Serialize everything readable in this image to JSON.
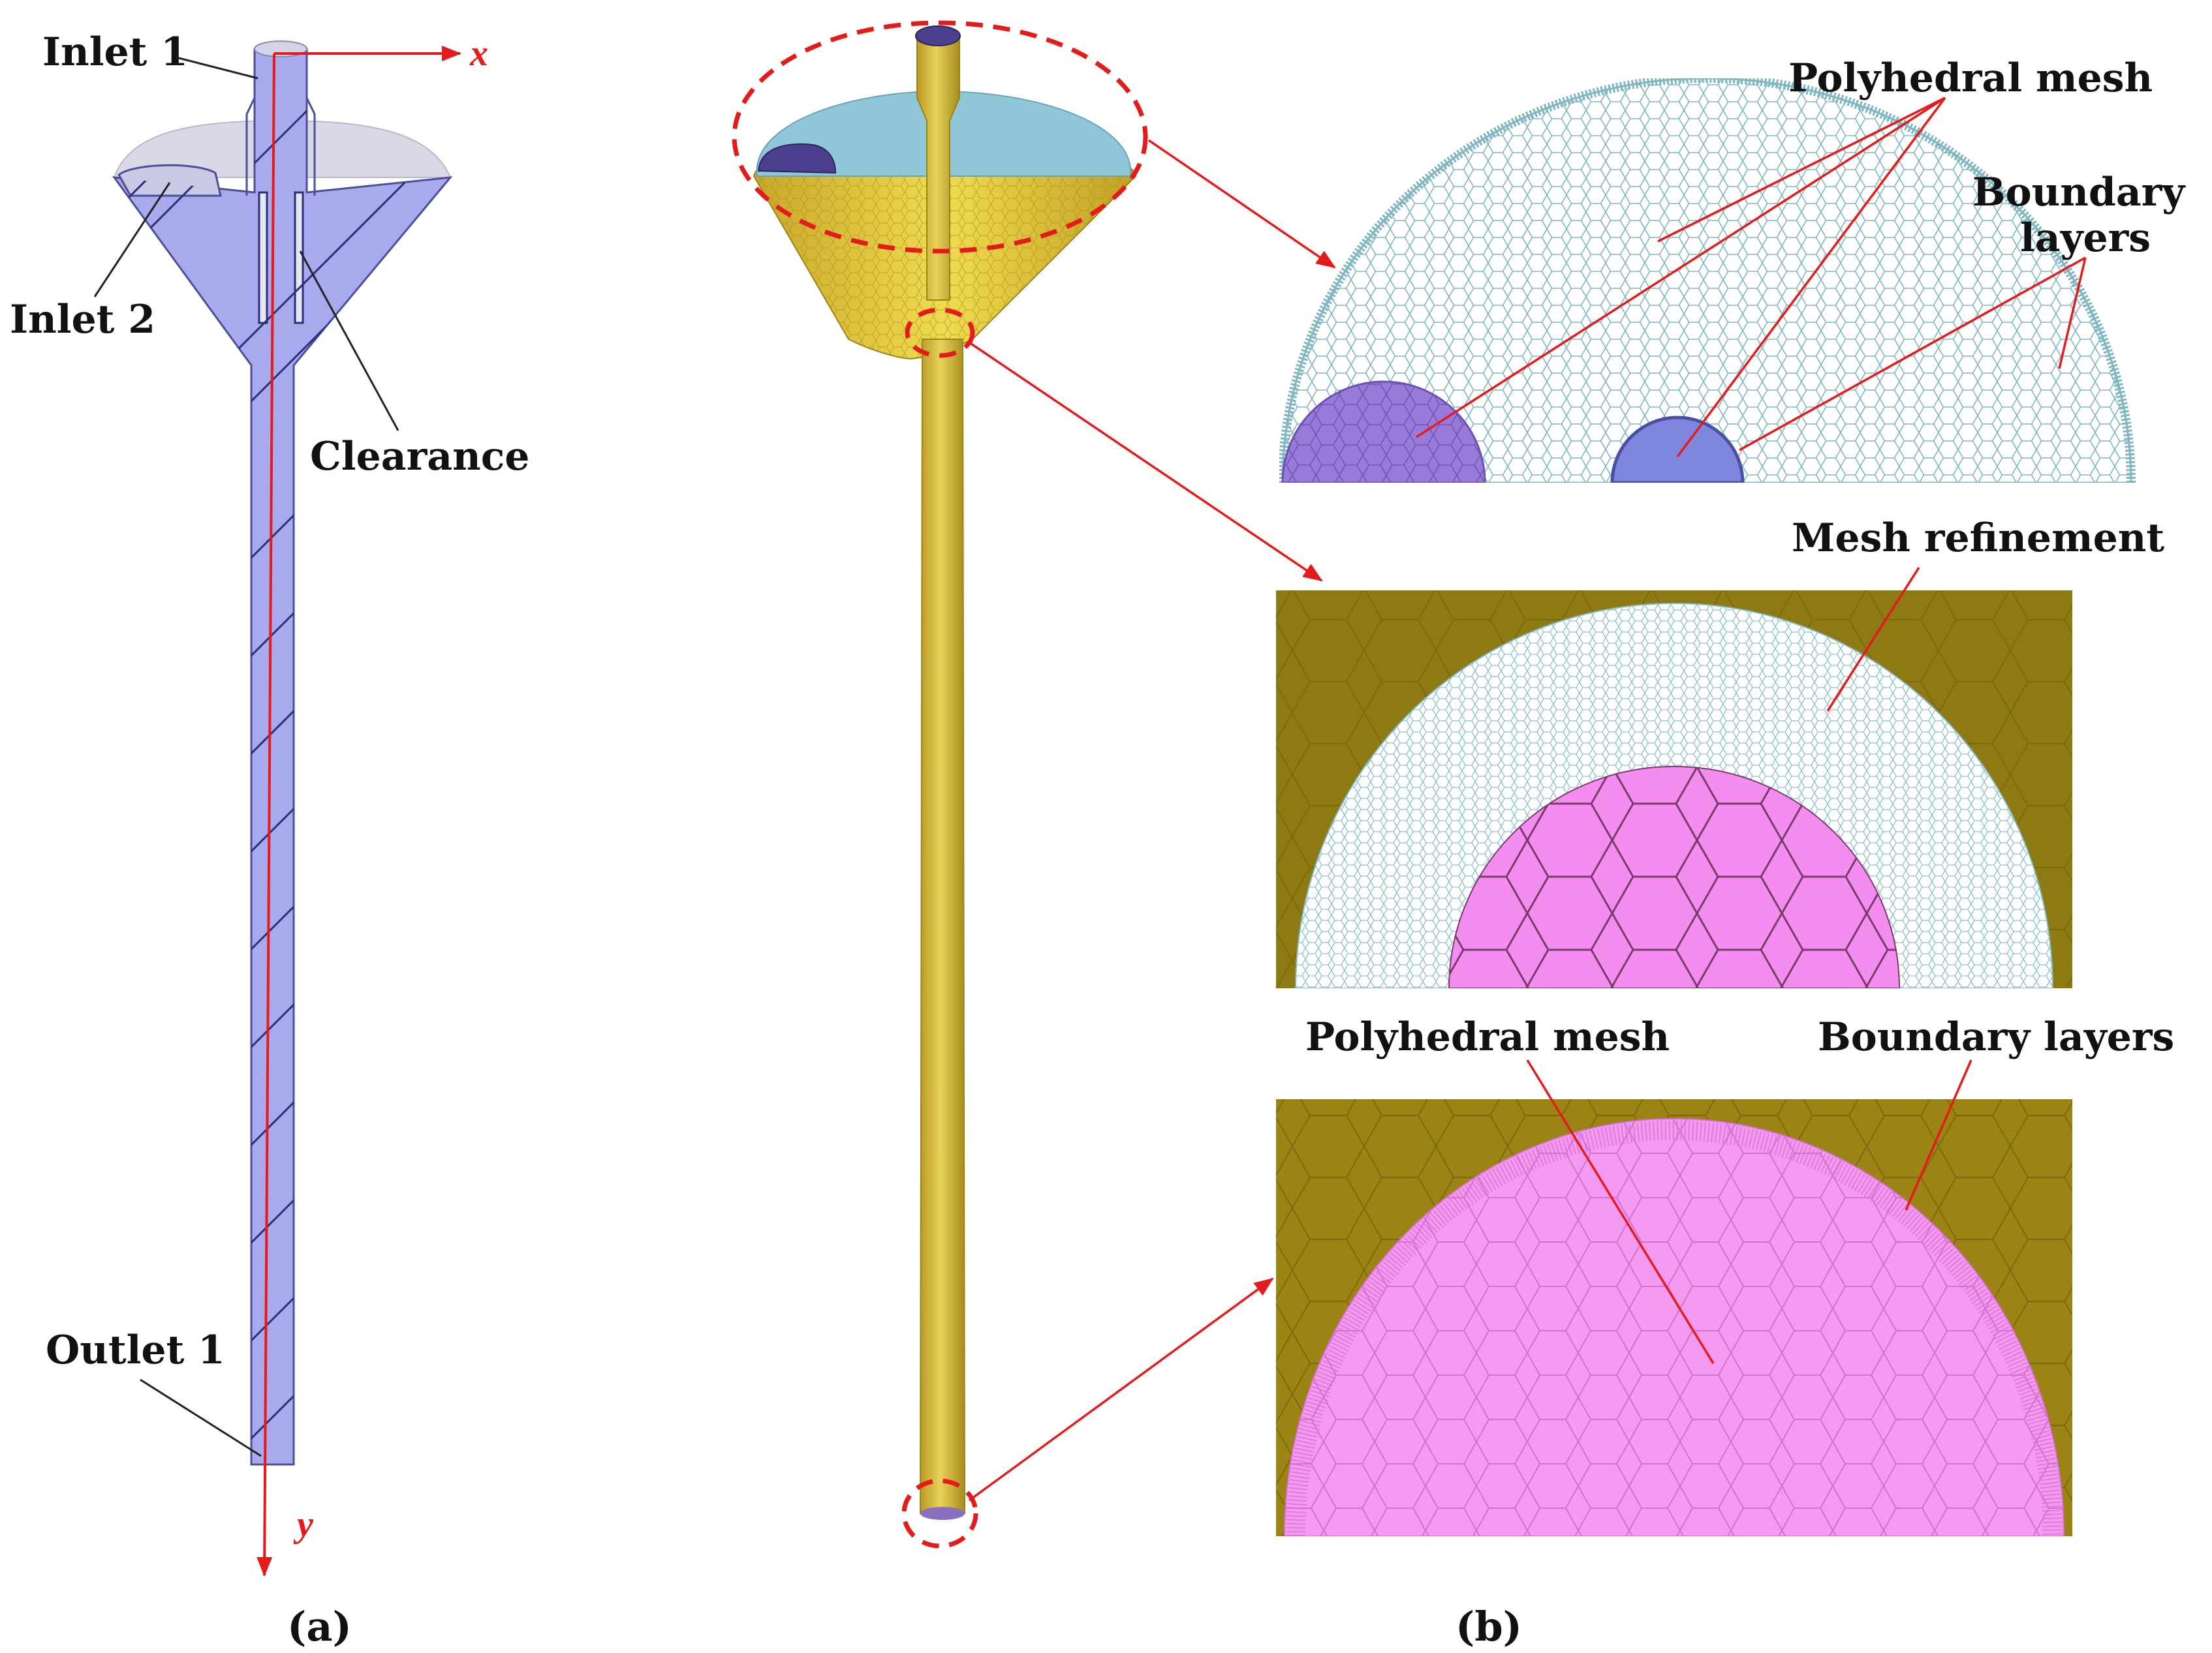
{
  "panel_a": {
    "caption": "(a)",
    "labels": {
      "inlet1": "Inlet 1",
      "inlet2": "Inlet 2",
      "clearance": "Clearance",
      "outlet1": "Outlet 1"
    },
    "axes": {
      "x": "x",
      "y": "y"
    }
  },
  "panel_b": {
    "caption": "(b)",
    "detail_top": {
      "label_polyhedral": "Polyhedral mesh",
      "label_boundary": "Boundary\nlayers"
    },
    "detail_middle": {
      "label_refinement": "Mesh refinement"
    },
    "detail_bottom": {
      "label_polyhedral": "Polyhedral mesh",
      "label_boundary": "Boundary layers"
    }
  },
  "colors": {
    "fluid_domain": "#a9a9ee",
    "funnel_gold": "#c9b13b",
    "mesh_teal": "#7fb6c0",
    "mesh_pink": "#f49af0",
    "background_olive": "#9b8414",
    "inlet_purple": "#5c4f9e",
    "annotation_red": "#e41b1b"
  }
}
